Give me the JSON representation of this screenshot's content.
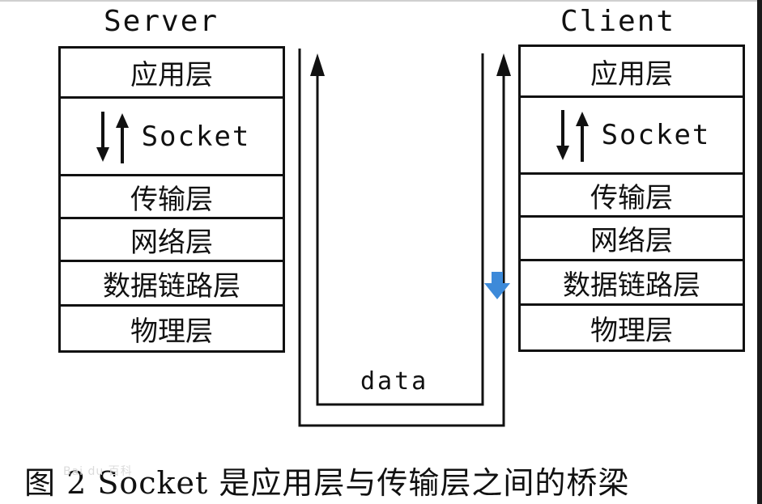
{
  "server": {
    "title": "Server",
    "layers": [
      "应用层",
      "Socket",
      "传输层",
      "网络层",
      "数据链路层",
      "物理层"
    ]
  },
  "client": {
    "title": "Client",
    "layers": [
      "应用层",
      "Socket",
      "传输层",
      "网络层",
      "数据链路层",
      "物理层"
    ]
  },
  "data_label": "data",
  "caption": "图 2  Socket 是应用层与传输层之间的桥梁",
  "watermark": "Bai du 百科",
  "colors": {
    "line": "#111111",
    "indicator": "#3d8ad9"
  }
}
